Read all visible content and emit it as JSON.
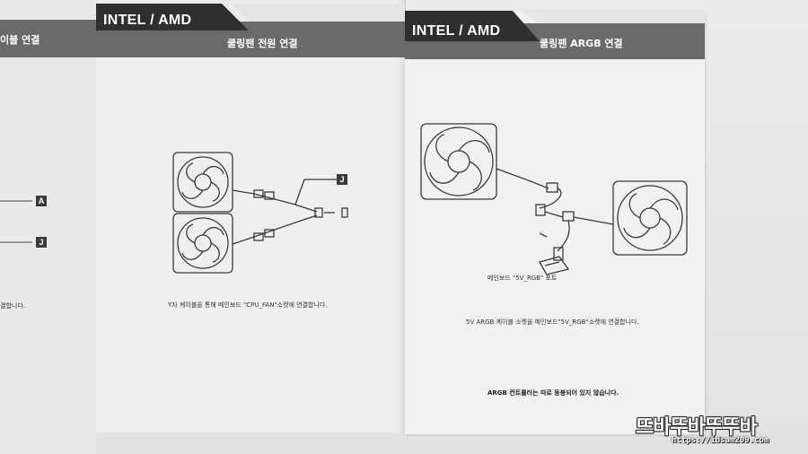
{
  "left_panel": {
    "header_fragment": "이블 연결",
    "tag_a": "A",
    "tag_j": "J",
    "caption_fragment": "결합니다."
  },
  "middle_panel": {
    "brand": "INTEL / AMD",
    "section_title": "쿨링팬 전원 연결",
    "tag_j": "J",
    "caption": "Y자 케이블을 통해 메인보드 \"CPU_FAN\"소켓에 연결합니다."
  },
  "right_panel": {
    "brand": "INTEL / AMD",
    "section_title": "쿨링팬 ARGB 연결",
    "port_label": "메인보드 \"5V_RGB\" 포트",
    "caption": "5V ARGB 케이블 소켓을 메인보드\"5V_RGB\"소켓에 연결합니다.",
    "note": "ARGB 컨트롤러는 따로 동봉되어 있지 않습니다."
  },
  "watermark": {
    "title": "뜨바뚜바뚜뚜바",
    "url": "https://idsam209.com"
  },
  "colors": {
    "header_dark": "#2f2f2f",
    "header_gray": "#6a6a6a",
    "paper": "#efefef",
    "line_art": "#3a3a3a"
  }
}
